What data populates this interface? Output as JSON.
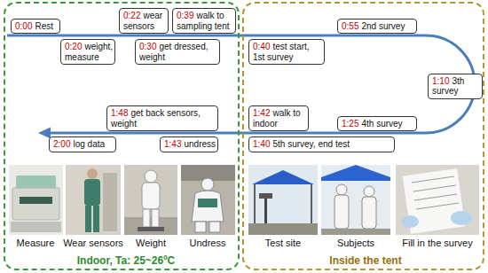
{
  "diagram": {
    "nodes": [
      {
        "text": [
          "Indoor, Ta: 25~26ºC"
        ]
      },
      {
        "text": [
          "Inside the tent"
        ]
      },
      {
        "text": [
          "0:00",
          "Rest"
        ],
        "in": 0
      },
      {
        "text": [
          "0:20",
          "weight, measure"
        ],
        "in": 0
      },
      {
        "text": [
          "0:22",
          "wear sensors"
        ],
        "in": 0
      },
      {
        "text": [
          "0:30",
          "get dressed, weight"
        ],
        "in": 0
      },
      {
        "text": [
          "0:39",
          "walk to sampling tent"
        ],
        "in": 0
      },
      {
        "text": [
          "0:40",
          "test start, 1st survey"
        ],
        "in": 1
      },
      {
        "text": [
          "0:55",
          "2nd survey"
        ],
        "in": 1
      },
      {
        "text": [
          "1:10",
          "3th survey"
        ],
        "in": 1
      },
      {
        "text": [
          "1:25",
          "4th survey"
        ],
        "in": 1
      },
      {
        "text": [
          "1:40",
          "5th survey, end test"
        ],
        "in": 1
      },
      {
        "text": [
          "1:42",
          "walk to indoor"
        ],
        "in": 1
      },
      {
        "text": [
          "1:43",
          "undress"
        ],
        "in": 0
      },
      {
        "text": [
          "1:48",
          "get back sensors, weight"
        ],
        "in": 0
      },
      {
        "text": [
          "2:00",
          "log data"
        ],
        "in": 0
      }
    ],
    "labels": [
      "Measure",
      "Wear sensors",
      "Weight",
      "Undress",
      "Test site",
      "Subjects",
      "Fill in the survey"
    ]
  }
}
